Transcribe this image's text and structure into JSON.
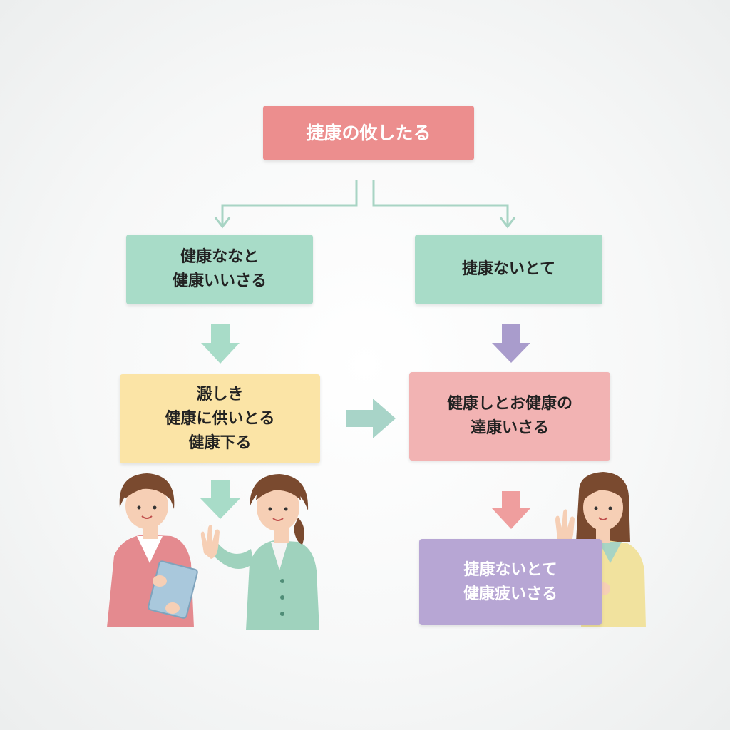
{
  "colors": {
    "top_box": "#ec8e8e",
    "green_box": "#a8dcc8",
    "yellow_box": "#fbe4a6",
    "pink_box": "#f2b3b3",
    "purple_box": "#b7a6d4",
    "green_arrow": "#a8dcc8",
    "purple_arrow": "#a99ccc",
    "pink_arrow": "#ef9e9e",
    "connector": "#a8d4c4"
  },
  "nodes": {
    "top": {
      "lines": [
        "捷康の攸したる"
      ]
    },
    "left1": {
      "lines": [
        "健康ななと",
        "健康いいさる"
      ]
    },
    "right1": {
      "lines": [
        "捷康ないとて"
      ]
    },
    "left2": {
      "lines": [
        "溵しき",
        "健康に供いとる",
        "健康下る"
      ]
    },
    "right2": {
      "lines": [
        "健康しとお健康の",
        "達康いさる"
      ]
    },
    "right3": {
      "lines": [
        "捷康ないとて",
        "健康疲いさる"
      ]
    }
  },
  "illustrations": [
    "woman-with-tablet",
    "woman-waving",
    "woman-holding-sign"
  ]
}
